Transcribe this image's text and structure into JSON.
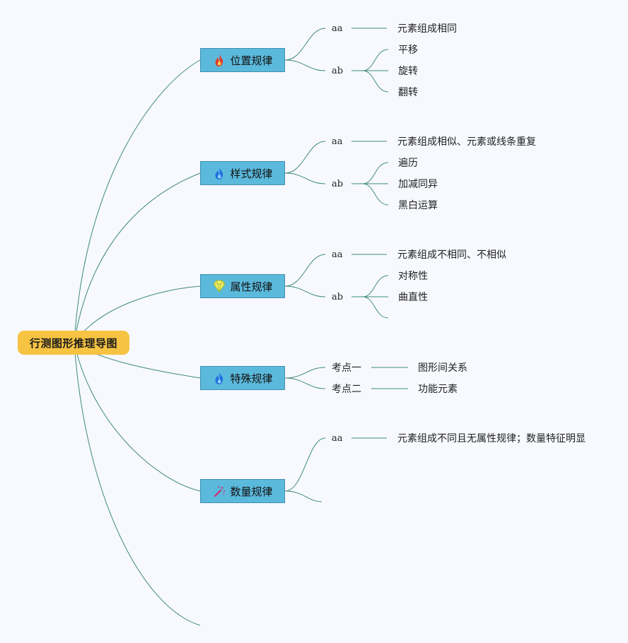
{
  "root": "行测图形推理导图",
  "colors": {
    "root": "#f6c342",
    "branch": "#5bb9dc",
    "line": "#3f8a7a",
    "background": "#f7f9fe"
  },
  "branches": [
    {
      "title": "位置规律",
      "icon": "fire-icon",
      "aa": "aa",
      "aa_leaf": "元素组成相同",
      "ab": "ab",
      "ab_leaves": [
        "平移",
        "旋转",
        "翻转"
      ]
    },
    {
      "title": "样式规律",
      "icon": "blue-flame-icon",
      "aa": "aa",
      "aa_leaf": "元素组成相似、元素或线条重复",
      "ab": "ab",
      "ab_leaves": [
        "遍历",
        "加减同异",
        "黑白运算"
      ]
    },
    {
      "title": "属性规律",
      "icon": "diamond-icon",
      "aa": "aa",
      "aa_leaf": "元素组成不相同、不相似",
      "ab": "ab",
      "ab_leaves": [
        "对称性",
        "曲直性"
      ]
    },
    {
      "title": "特殊规律",
      "icon": "blue-flame-icon",
      "points": [
        {
          "label": "考点一",
          "leaf": "图形间关系"
        },
        {
          "label": "考点二",
          "leaf": "功能元素"
        }
      ]
    },
    {
      "title": "数量规律",
      "icon": "magic-wand-icon",
      "aa": "aa",
      "aa_leaf": "元素组成不同且无属性规律；数量特征明显"
    }
  ]
}
